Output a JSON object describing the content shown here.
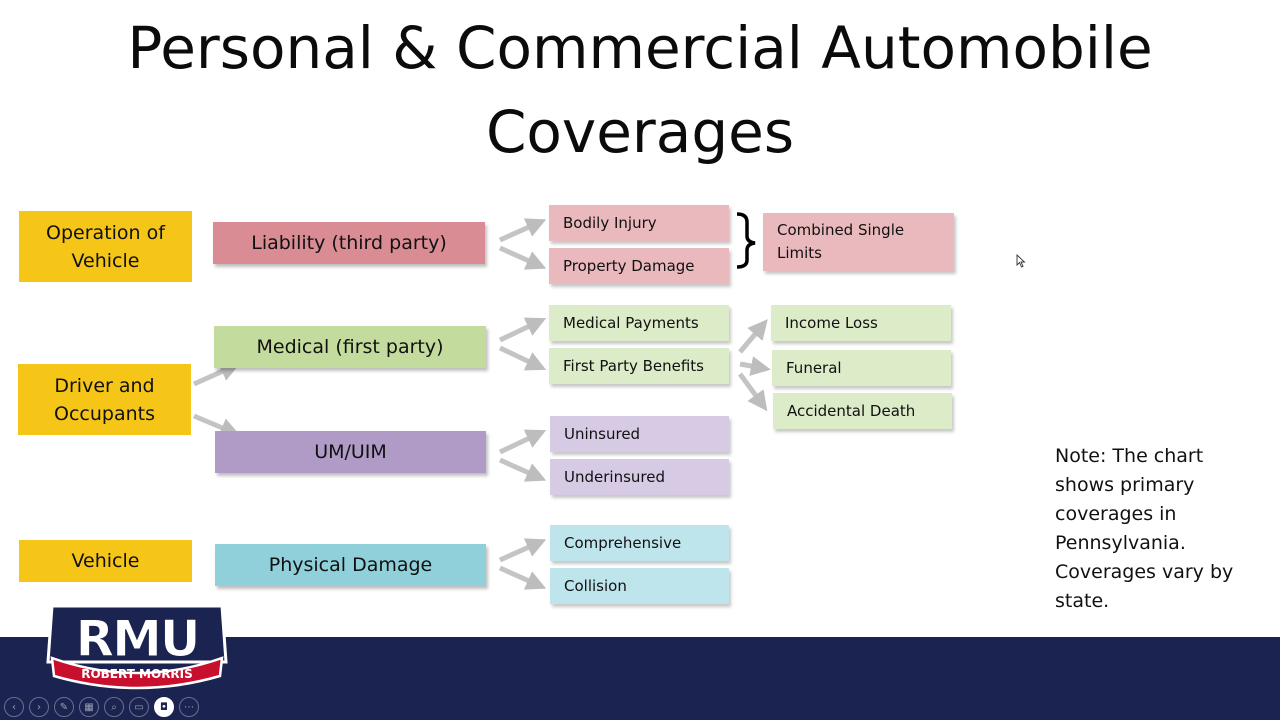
{
  "slide": {
    "title_line1": "Personal & Commercial Automobile",
    "title_line2": "Coverages"
  },
  "categories": {
    "operation": "Operation of Vehicle",
    "driver": "Driver and Occupants",
    "vehicle": "Vehicle"
  },
  "coverages": {
    "liability": "Liability (third party)",
    "medical": "Medical (first party)",
    "umuim": "UM/UIM",
    "physical": "Physical Damage"
  },
  "sub": {
    "bodily": "Bodily Injury",
    "property": "Property Damage",
    "csl": "Combined Single Limits",
    "medpay": "Medical Payments",
    "fpb": "First Party Benefits",
    "income": "Income Loss",
    "funeral": "Funeral",
    "death": "Accidental Death",
    "uninsured": "Uninsured",
    "underinsured": "Underinsured",
    "comprehensive": "Comprehensive",
    "collision": "Collision"
  },
  "note": "Note: The chart shows primary coverages in Pennsylvania. Coverages vary by state.",
  "logo": {
    "letters": "RMU",
    "banner": "ROBERT MORRIS"
  },
  "colors": {
    "category": "#f5c518",
    "liability": "#d98c93",
    "medical": "#c3dc9e",
    "umuim": "#b09bc7",
    "physical": "#8fd0db",
    "footer": "#1b2350"
  },
  "toolbar_icons": [
    "prev-icon",
    "next-icon",
    "pen-icon",
    "slides-icon",
    "zoom-icon",
    "subtitles-icon",
    "camera-icon",
    "more-icon"
  ]
}
